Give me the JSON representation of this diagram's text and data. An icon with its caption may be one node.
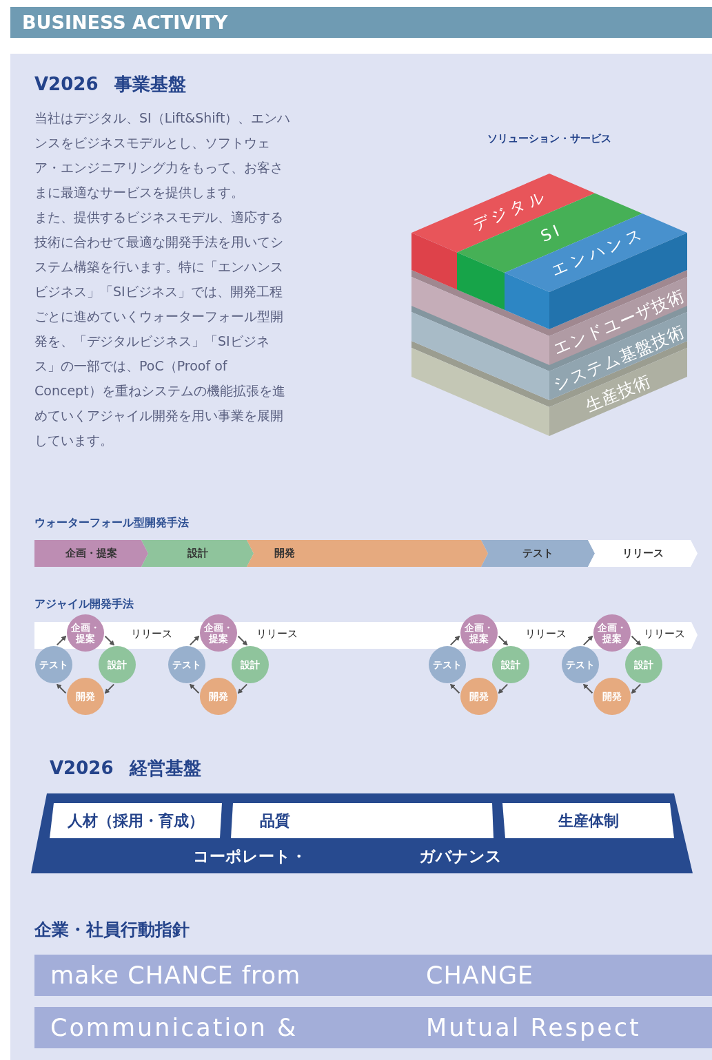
{
  "diagram": {
    "title": "BUSINESS ACTIVITY",
    "nodes": [
      {
        "text": [
          "デジタル"
        ]
      },
      {
        "text": [
          "SI"
        ]
      },
      {
        "text": [
          "エンハンス"
        ]
      },
      {
        "text": [
          "エンドユーザ技術"
        ]
      },
      {
        "text": [
          "システム基盤技術"
        ]
      },
      {
        "text": [
          "生産技術"
        ]
      },
      {
        "text": [
          "企画・提案"
        ]
      },
      {
        "text": [
          "設計"
        ]
      },
      {
        "text": [
          "開発"
        ]
      },
      {
        "text": [
          "テスト"
        ]
      },
      {
        "text": [
          "リリース"
        ]
      },
      {
        "text": [
          "企画・提案"
        ]
      },
      {
        "text": [
          "設計"
        ]
      },
      {
        "text": [
          "開発"
        ]
      },
      {
        "text": [
          "テスト"
        ]
      },
      {
        "text": [
          "企画・提案"
        ]
      },
      {
        "text": [
          "設計"
        ]
      },
      {
        "text": [
          "開発"
        ]
      },
      {
        "text": [
          "テスト"
        ]
      },
      {
        "text": [
          "企画・提案"
        ]
      },
      {
        "text": [
          "設計"
        ]
      },
      {
        "text": [
          "開発"
        ]
      },
      {
        "text": [
          "テスト"
        ]
      },
      {
        "text": [
          "企画・提案"
        ]
      },
      {
        "text": [
          "設計"
        ]
      },
      {
        "text": [
          "開発"
        ]
      },
      {
        "text": [
          "テスト"
        ]
      },
      {
        "text": [
          "コーポレート・",
          "ガバナンス"
        ]
      },
      {
        "text": [
          "人材（採用・育成）"
        ],
        "in": 27
      },
      {
        "text": [
          "品質"
        ],
        "in": 27
      },
      {
        "text": [
          "生産体制"
        ],
        "in": 27
      },
      {
        "text": [
          "make CHANCE from",
          "CHANGE"
        ]
      },
      {
        "text": [
          "Communication &",
          "Mutual Respect"
        ]
      }
    ],
    "edges": [
      {
        "from": 11,
        "to": 12,
        "arrow": "to"
      },
      {
        "from": 12,
        "to": 13,
        "arrow": "to"
      },
      {
        "from": 13,
        "to": 14,
        "arrow": "to"
      },
      {
        "from": 14,
        "to": 11,
        "arrow": "to"
      },
      {
        "from": 15,
        "to": 16,
        "arrow": "to"
      },
      {
        "from": 16,
        "to": 17,
        "arrow": "to"
      },
      {
        "from": 17,
        "to": 18,
        "arrow": "to"
      },
      {
        "from": 18,
        "to": 15,
        "arrow": "to"
      },
      {
        "from": 19,
        "to": 20,
        "arrow": "to"
      },
      {
        "from": 20,
        "to": 21,
        "arrow": "to"
      },
      {
        "from": 21,
        "to": 22,
        "arrow": "to"
      },
      {
        "from": 22,
        "to": 19,
        "arrow": "to"
      },
      {
        "from": 23,
        "to": 24,
        "arrow": "to"
      },
      {
        "from": 24,
        "to": 25,
        "arrow": "to"
      },
      {
        "from": 25,
        "to": 26,
        "arrow": "to"
      },
      {
        "from": 26,
        "to": 23,
        "arrow": "to"
      }
    ],
    "labels": [
      "V2026 事業基盤",
      "当社はデジタル、SI（Lift&Shift）、エンハンスをビジネスモデルとし、ソフトウェア・エンジニアリング力をもって、お客さまに最適なサービスを提供します。",
      "また、提供するビジネスモデル、適応する技術に合わせて最適な開発手法を用いてシステム構築を行います。特に「エンハンスビジネス」「SIビジネス」では、開発工程ごとに進めていくウォーターフォール型開発を、「デジタルビジネス」「SIビジネス」の一部では、PoC（Proof of Concept）を重ねシステムの機能拡張を進めていくアジャイル開発を用い事業を展開しています。",
      "ソリューション・サービス",
      "ウォーターフォール型開発手法",
      "アジャイル開発手法",
      "リリース",
      "リリース",
      "リリース",
      "リリース",
      "V2026 経営基盤",
      "企業・社員行動指針"
    ]
  }
}
